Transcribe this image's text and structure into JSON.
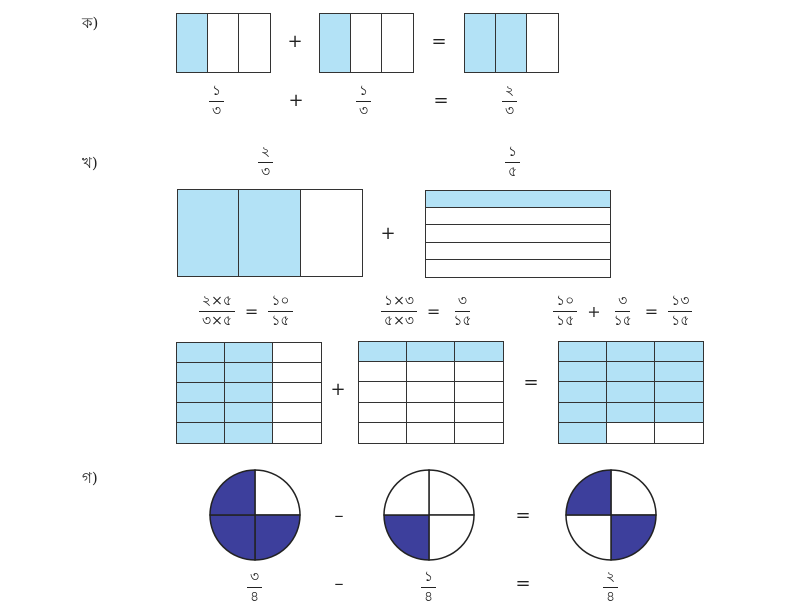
{
  "colors": {
    "fill_blue": "#b3e2f6",
    "pie_dark": "#3d3f9c",
    "line": "#333333"
  },
  "part_a": {
    "label": "ক)",
    "bars": [
      {
        "cols": 3,
        "filled": 1
      },
      {
        "cols": 3,
        "filled": 1
      },
      {
        "cols": 3,
        "filled": 2
      }
    ],
    "op_plus": "+",
    "op_eq": "=",
    "fracs": [
      {
        "num": "১",
        "den": "৩"
      },
      {
        "num": "১",
        "den": "৩"
      },
      {
        "num": "২",
        "den": "৩"
      }
    ]
  },
  "part_b": {
    "label": "খ)",
    "top_fracs": [
      {
        "num": "২",
        "den": "৩"
      },
      {
        "num": "১",
        "den": "৫"
      }
    ],
    "op_plus": "+",
    "op_eq": "=",
    "eq1": {
      "f1_num": "২×৫",
      "f1_den": "৩×৫",
      "eq": "=",
      "f2_num": "১০",
      "f2_den": "১৫"
    },
    "eq2": {
      "f1_num": "১×৩",
      "f1_den": "৫×৩",
      "eq": "=",
      "f2_num": "৩",
      "f2_den": "১৫"
    },
    "eq3": {
      "f1_num": "১০",
      "f1_den": "১৫",
      "plus": "+",
      "f2_num": "৩",
      "f2_den": "১৫",
      "eq": "=",
      "f3_num": "১৩",
      "f3_den": "১৫"
    }
  },
  "part_c": {
    "label": "গ)",
    "op_minus": "–",
    "op_eq": "=",
    "pies": [
      {
        "filled_quadrants": [
          "tl",
          "bl",
          "br"
        ]
      },
      {
        "filled_quadrants": [
          "bl"
        ]
      },
      {
        "filled_quadrants": [
          "tl",
          "br"
        ]
      }
    ],
    "fracs": [
      {
        "num": "৩",
        "den": "৪"
      },
      {
        "num": "১",
        "den": "৪"
      },
      {
        "num": "২",
        "den": "৪"
      }
    ]
  }
}
